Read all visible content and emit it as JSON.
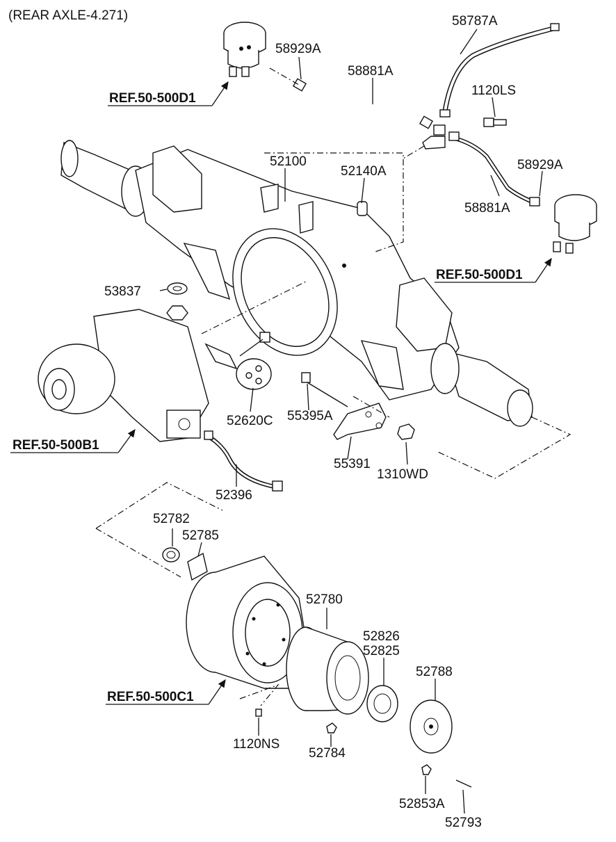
{
  "header": {
    "title": "(REAR AXLE-4.271)"
  },
  "part_labels": {
    "p58787A": "58787A",
    "p58929A_top": "58929A",
    "p58881A_top": "58881A",
    "p1120LS": "1120LS",
    "p52100": "52100",
    "p52140A": "52140A",
    "p58929A_right": "58929A",
    "p58881A_right": "58881A",
    "p53837": "53837",
    "p52620C": "52620C",
    "p55395A": "55395A",
    "p55391": "55391",
    "p1310WD": "1310WD",
    "p52396": "52396",
    "p52782": "52782",
    "p52785": "52785",
    "p52780": "52780",
    "p52826": "52826",
    "p52825": "52825",
    "p52788": "52788",
    "p1120NS": "1120NS",
    "p52784": "52784",
    "p52853A": "52853A",
    "p52793": "52793"
  },
  "references": {
    "ref_d1_top": "REF.50-500D1",
    "ref_d1_right": "REF.50-500D1",
    "ref_b1": "REF.50-500B1",
    "ref_c1": "REF.50-500C1"
  }
}
